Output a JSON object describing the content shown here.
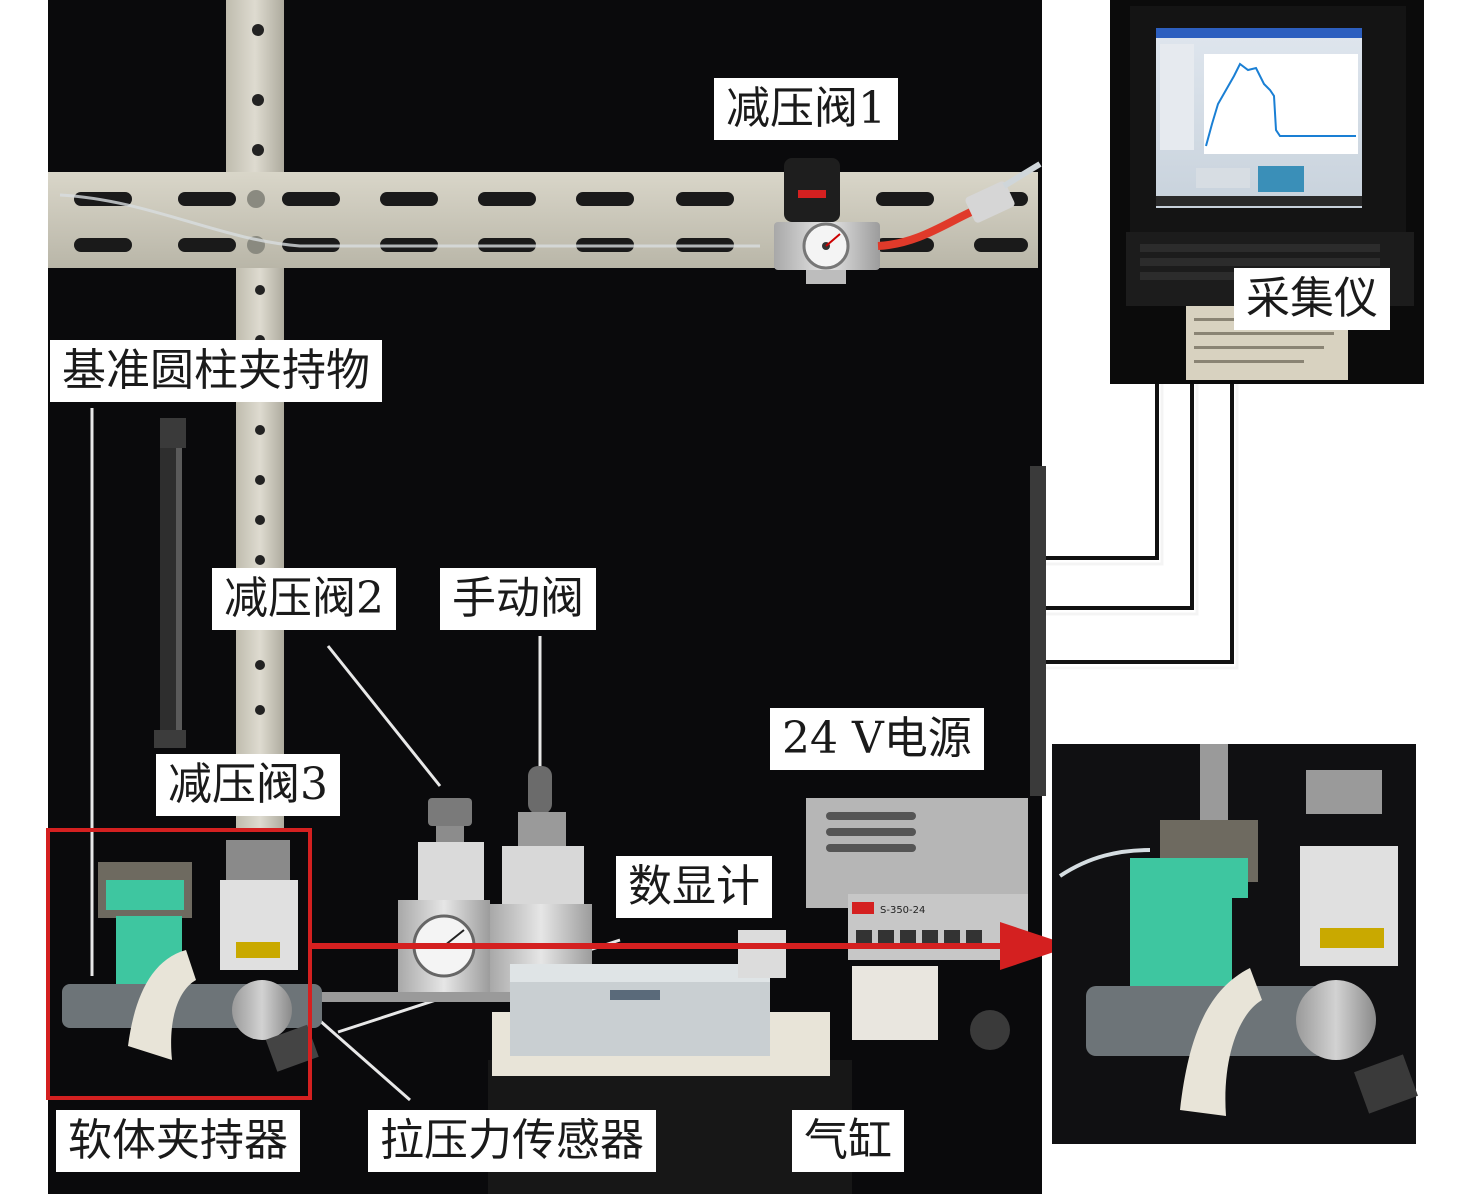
{
  "labels": {
    "valve1": "减压阀1",
    "acquisition": "采集仪",
    "reference_object": "基准圆柱夹持物",
    "valve2": "减压阀2",
    "manual_valve": "手动阀",
    "power_supply": "24 V电源",
    "valve3": "减压阀3",
    "digital_display": "数显计",
    "soft_gripper": "软体夹持器",
    "force_sensor": "拉压力传感器",
    "cylinder": "气缸"
  },
  "device_text": {
    "power_supply_model": "S-350-24"
  },
  "colors": {
    "background": "#000000",
    "gripper_green": "#3ec6a0",
    "highlight_red": "#d42020",
    "tube_red": "#e03a2a"
  }
}
